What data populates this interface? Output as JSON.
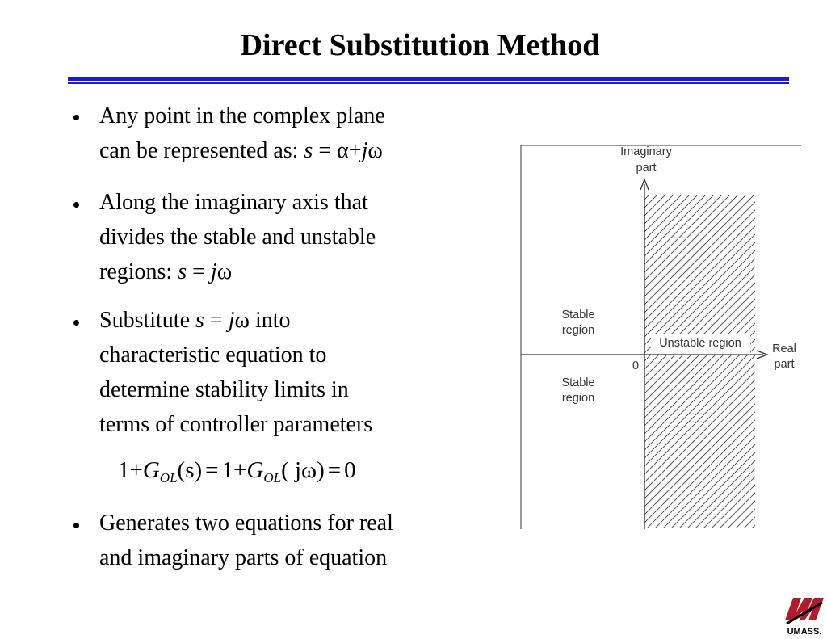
{
  "slide": {
    "title": "Direct Substitution Method"
  },
  "bullets": [
    {
      "line1": "Any point in the complex plane",
      "line2_text": "can be represented as: ",
      "line2_s": "s",
      "line2_eq": " = α+",
      "line2_j": "j",
      "line2_w": "ω"
    },
    {
      "line1": "Along the imaginary axis that",
      "line2": "divides the stable and unstable",
      "line3_text": "regions: ",
      "line3_s": "s",
      "line3_eq": " = ",
      "line3_j": "j",
      "line3_w": "ω"
    },
    {
      "line1_text": "Substitute ",
      "line1_s": "s",
      "line1_eq": " = ",
      "line1_j": "j",
      "line1_w": "ω",
      "line1_rest": " into",
      "line2": "characteristic equation to",
      "line3": "determine stability limits in",
      "line4": "terms of controller parameters"
    },
    {
      "line1": "Generates two equations for real",
      "line2": "and imaginary parts of equation"
    }
  ],
  "equation": {
    "one_a": "1",
    "plus_a": "+",
    "g_a": "G",
    "sub_a": "OL",
    "arg_a": "(s)",
    "equals_a": "=",
    "one_b": "1",
    "plus_b": "+",
    "g_b": "G",
    "sub_b": "OL",
    "arg_b": "( jω)",
    "equals_b": "=",
    "zero": "0"
  },
  "diagram": {
    "imag_label_1": "Imaginary",
    "imag_label_2": "part",
    "real_label_1": "Real",
    "real_label_2": "part",
    "stable_upper_1": "Stable",
    "stable_upper_2": "region",
    "stable_lower_1": "Stable",
    "stable_lower_2": "region",
    "unstable_label": "Unstable region",
    "origin_label": "0"
  },
  "logo": {
    "word": "UMASS."
  },
  "colors": {
    "rule": "#1c1ccc",
    "logo_red": "#b01c2e"
  }
}
